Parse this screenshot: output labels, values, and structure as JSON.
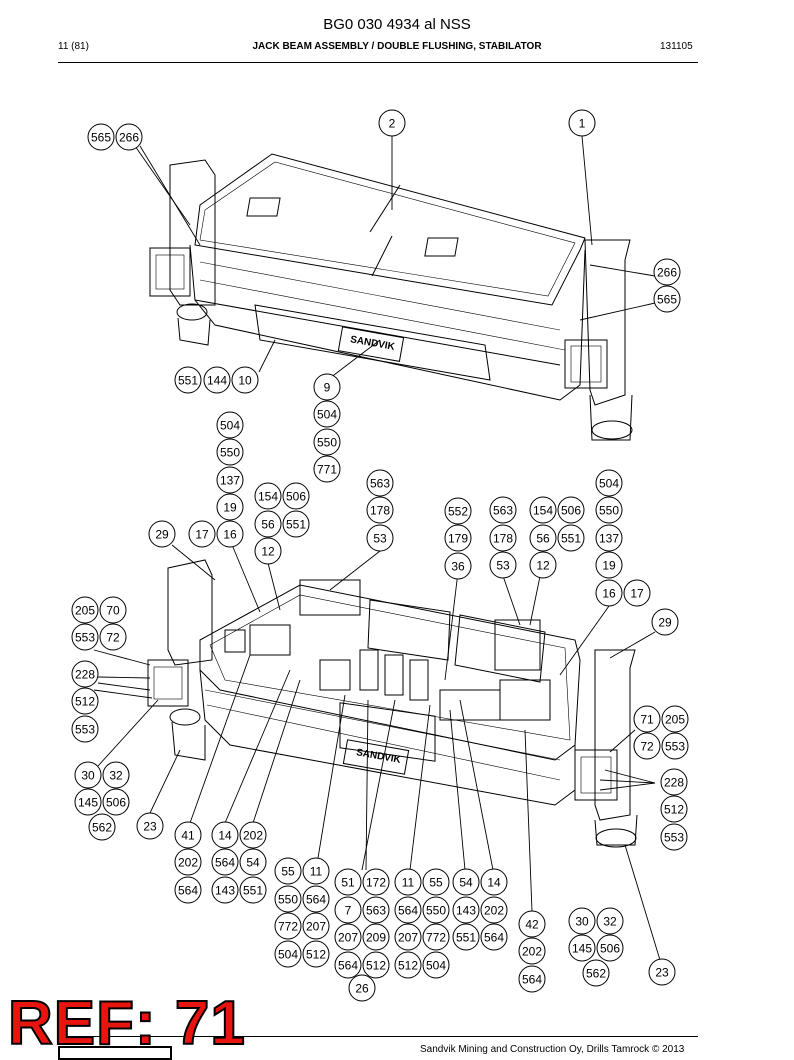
{
  "header": {
    "doc_code": "BG0 030 4934 al NSS",
    "page": "11 (81)",
    "title": "JACK BEAM ASSEMBLY / DOUBLE FLUSHING, STABILATOR",
    "date": "131105"
  },
  "footer": {
    "copyright": "Sandvik Mining and Construction Oy, Drills Tamrock © 2013"
  },
  "stamp": {
    "text": "REF: 71",
    "color": "#e8140f"
  },
  "logo_text": "SANDVIK",
  "callouts": [
    "565",
    "266",
    "2",
    "1",
    "266",
    "565",
    "551",
    "144",
    "10",
    "9",
    "504",
    "550",
    "771",
    "504",
    "550",
    "137",
    "19",
    "154",
    "506",
    "56",
    "551",
    "12",
    "29",
    "17",
    "16",
    "563",
    "178",
    "53",
    "552",
    "179",
    "36",
    "563",
    "178",
    "53",
    "154",
    "506",
    "56",
    "551",
    "12",
    "504",
    "550",
    "137",
    "19",
    "16",
    "17",
    "205",
    "70",
    "553",
    "72",
    "29",
    "228",
    "512",
    "553",
    "71",
    "205",
    "72",
    "553",
    "30",
    "32",
    "145",
    "506",
    "562",
    "23",
    "228",
    "512",
    "553",
    "41",
    "202",
    "564",
    "14",
    "202",
    "564",
    "54",
    "143",
    "551",
    "55",
    "11",
    "550",
    "564",
    "772",
    "207",
    "504",
    "512",
    "51",
    "172",
    "7",
    "563",
    "207",
    "209",
    "564",
    "512",
    "26",
    "11",
    "55",
    "564",
    "550",
    "207",
    "772",
    "512",
    "504",
    "54",
    "14",
    "143",
    "202",
    "551",
    "564",
    "42",
    "202",
    "564",
    "30",
    "32",
    "145",
    "506",
    "562",
    "23"
  ]
}
